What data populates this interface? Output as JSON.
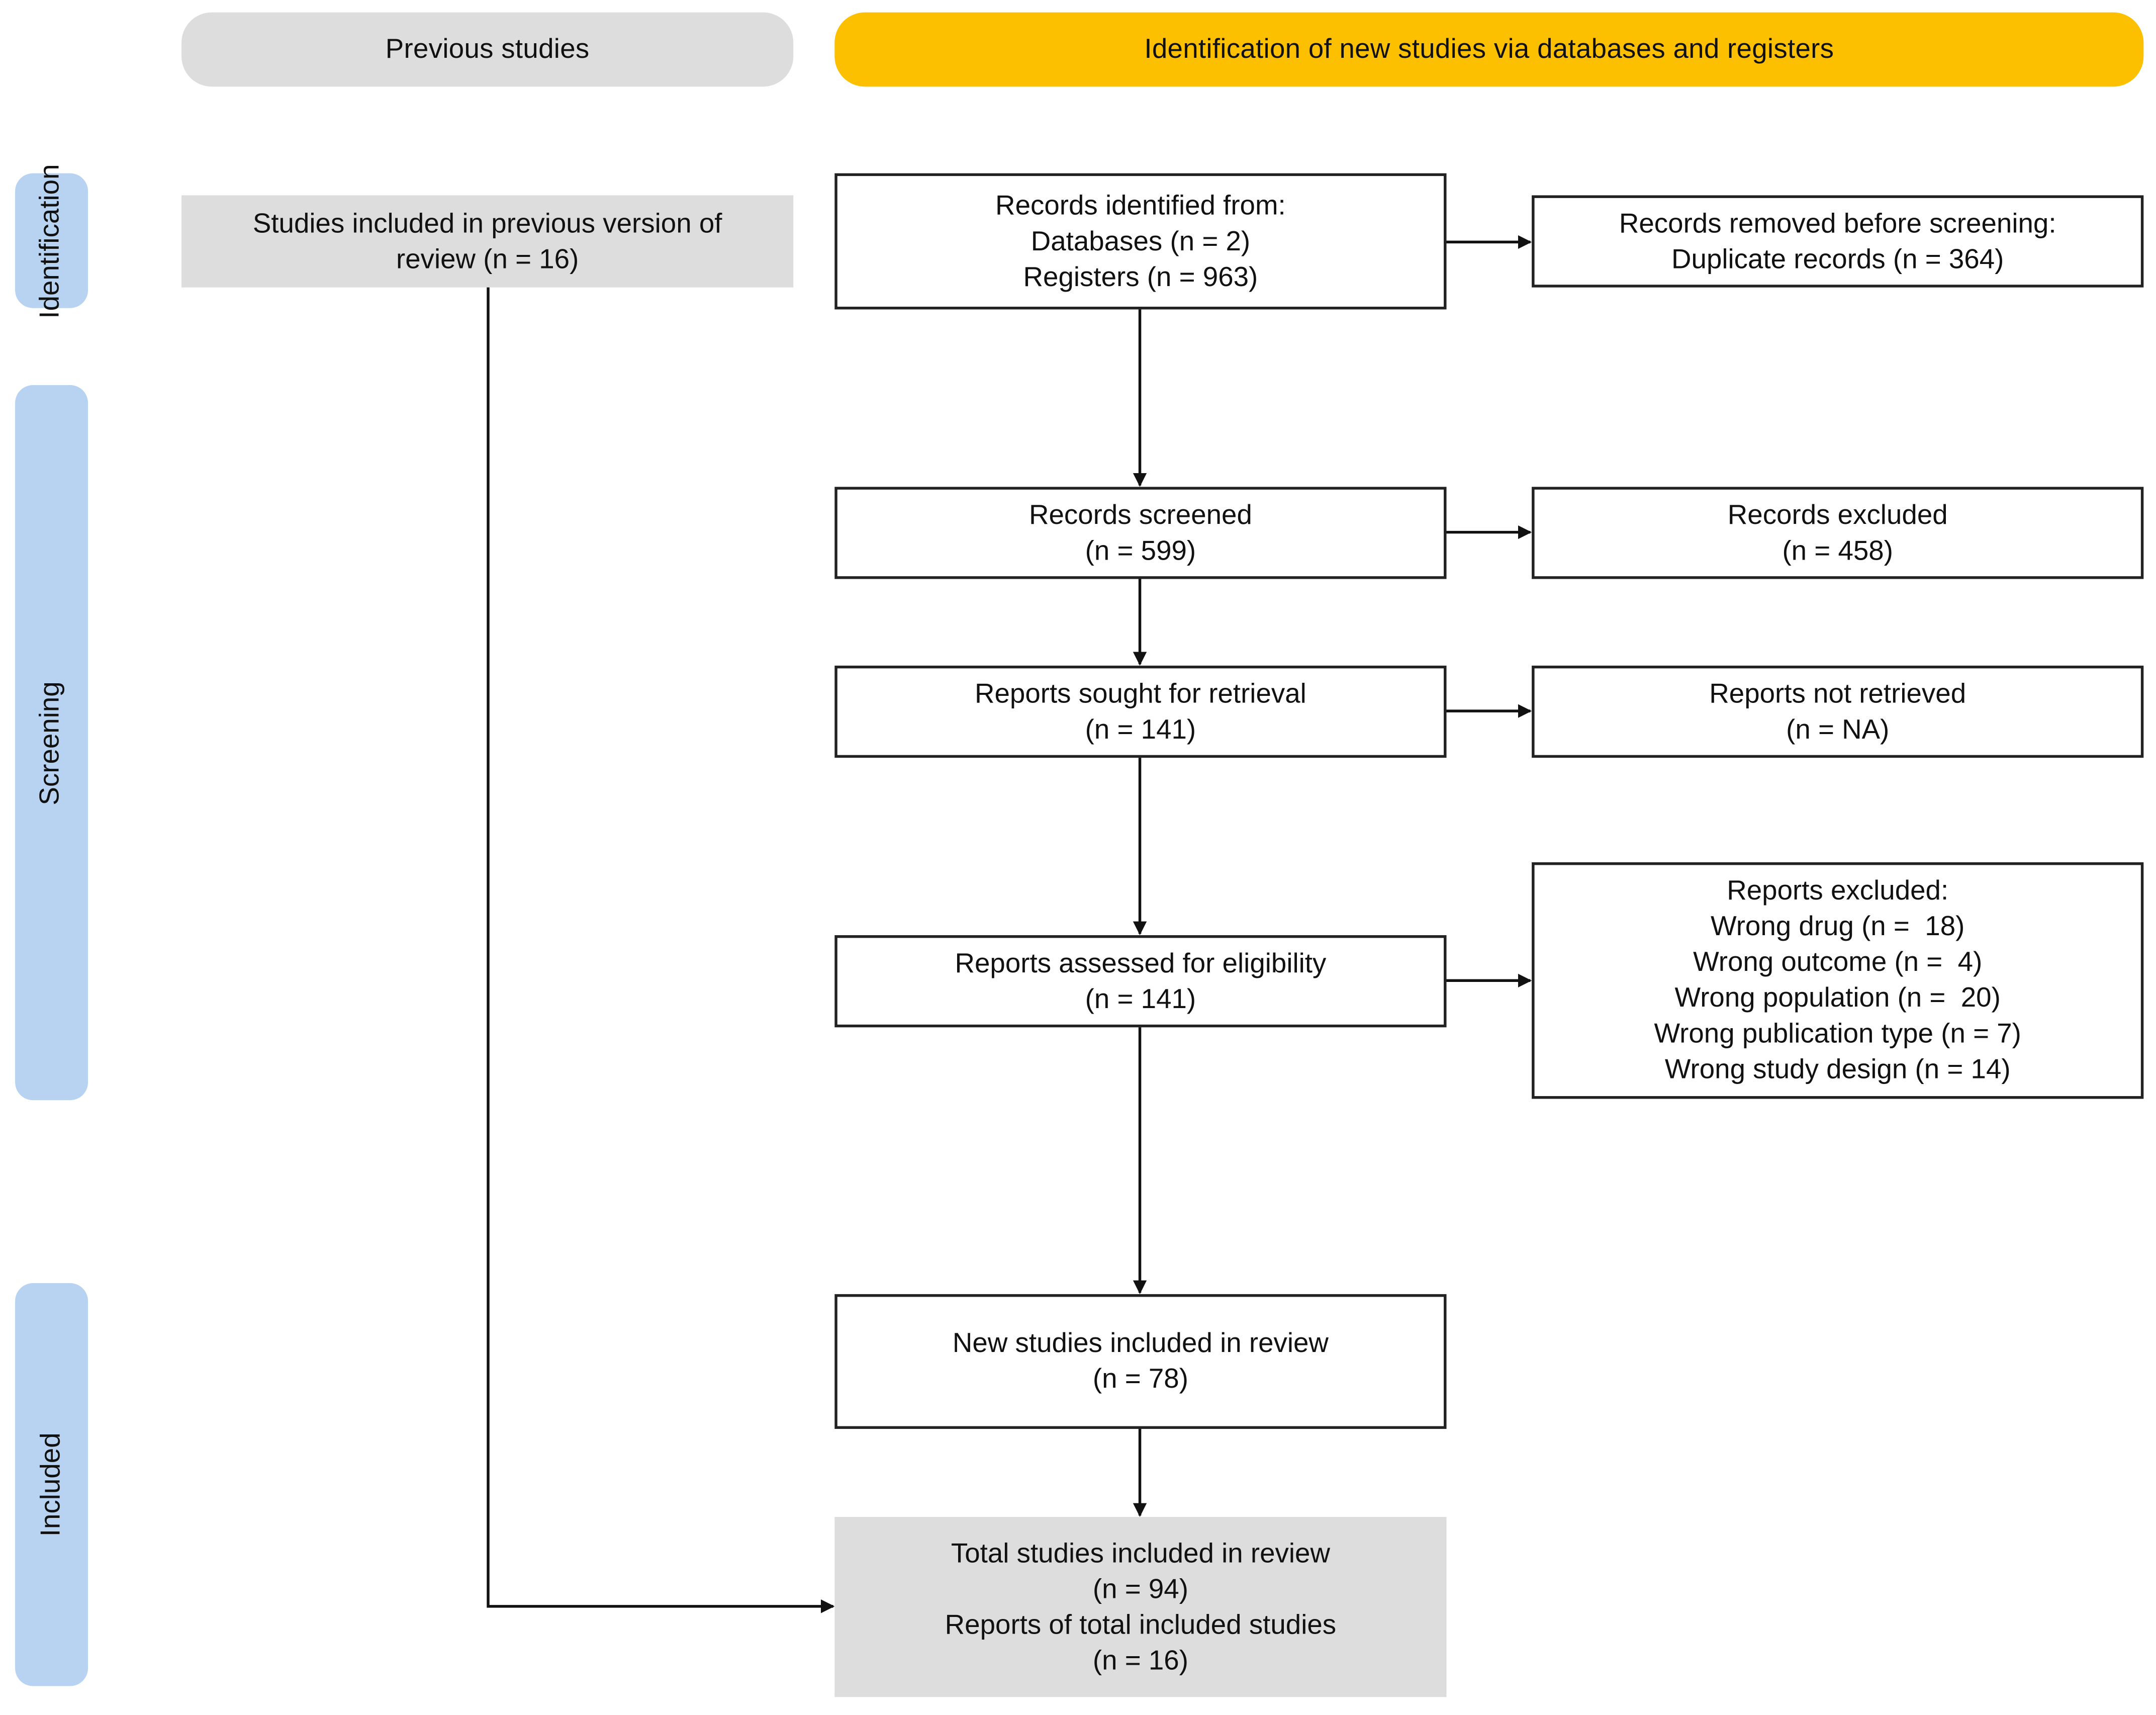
{
  "headers": {
    "previous": "Previous studies",
    "new": "Identification of new studies via databases and registers"
  },
  "phases": {
    "identification": "Identification",
    "screening": "Screening",
    "included": "Included"
  },
  "boxes": {
    "previous_included": [
      "Studies included in previous version of",
      "review (n = 16)"
    ],
    "records_identified": [
      "Records identified from:",
      "Databases (n = 2)",
      "Registers (n = 963)"
    ],
    "records_removed": [
      "Records removed before screening:",
      "Duplicate records (n = 364)"
    ],
    "records_screened": [
      "Records screened",
      "(n = 599)"
    ],
    "records_excluded": [
      "Records excluded",
      "(n = 458)"
    ],
    "reports_sought": [
      "Reports sought for retrieval",
      "(n = 141)"
    ],
    "reports_not_retrieved": [
      "Reports not retrieved",
      "(n = NA)"
    ],
    "reports_assessed": [
      "Reports assessed for eligibility",
      "(n = 141)"
    ],
    "reports_excluded": [
      "Reports excluded:",
      "Wrong drug (n =  18)",
      "Wrong outcome (n =  4)",
      "Wrong population (n =  20)",
      "Wrong publication type (n = 7)",
      "Wrong study design (n = 14)"
    ],
    "new_included": [
      "New studies included in review",
      "(n = 78)"
    ],
    "total_included": [
      "Total studies included in review",
      "(n = 94)",
      "Reports of total included studies",
      "(n = 16)"
    ]
  },
  "colors": {
    "header_previous": "#dddddd",
    "header_new": "#fcc000",
    "phase_label": "#b7d3f1",
    "grey_box": "#dddddd",
    "box_border": "#222222",
    "arrow": "#111111"
  }
}
